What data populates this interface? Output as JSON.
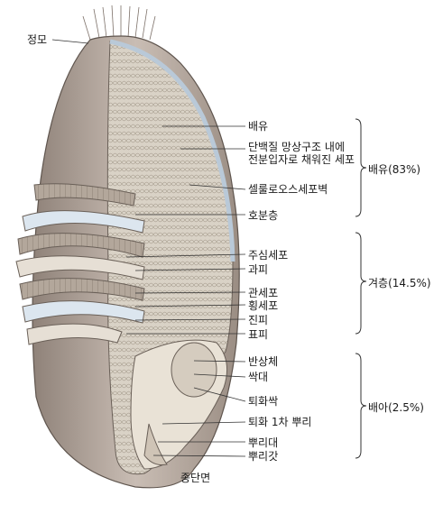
{
  "caption": "종단면",
  "labels": {
    "jeongmo": "정모",
    "baeyu": "배유",
    "danbaek": "단백질 망상구조 내에",
    "jeonbun": "전분입자로 채워진 세포",
    "cellulose": "셀룰로오스세포벽",
    "hobun": "호분층",
    "jusim": "주심세포",
    "gwapi": "과피",
    "gwanse": "관세포",
    "hoengse": "횡세포",
    "jinpi": "진피",
    "pyopi": "표피",
    "bansang": "반상체",
    "ssakdae": "싹대",
    "toehwassak": "퇴화싹",
    "toehwa_ppuri": "퇴화 1차 뿌리",
    "ppuridae": "뿌리대",
    "ppurigat": "뿌리갓"
  },
  "groups": {
    "endosperm": "배유(83%)",
    "bran": "겨층(14.5%)",
    "germ": "배아(2.5%)"
  }
}
